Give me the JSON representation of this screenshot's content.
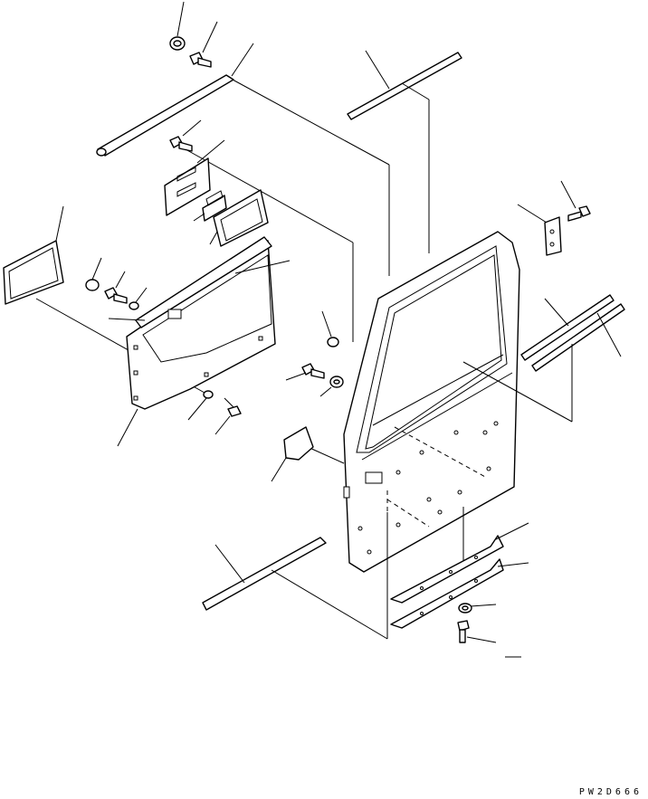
{
  "diagram": {
    "drawing_code": "PW2D666",
    "parts": [
      "plug",
      "bolt-top",
      "upper-rail",
      "bolt",
      "label-plate",
      "sash-frame",
      "trim-panel",
      "bolt-washer",
      "window-frame",
      "door-glass-seal",
      "hinge",
      "hinge-bolt",
      "vertical-seals",
      "plug-right",
      "bolt-right",
      "washer-right",
      "insulation-sheet",
      "door-shell",
      "clip",
      "lower-seal",
      "bottom-guide-plates",
      "washer-bottom",
      "bolt-bottom"
    ]
  }
}
